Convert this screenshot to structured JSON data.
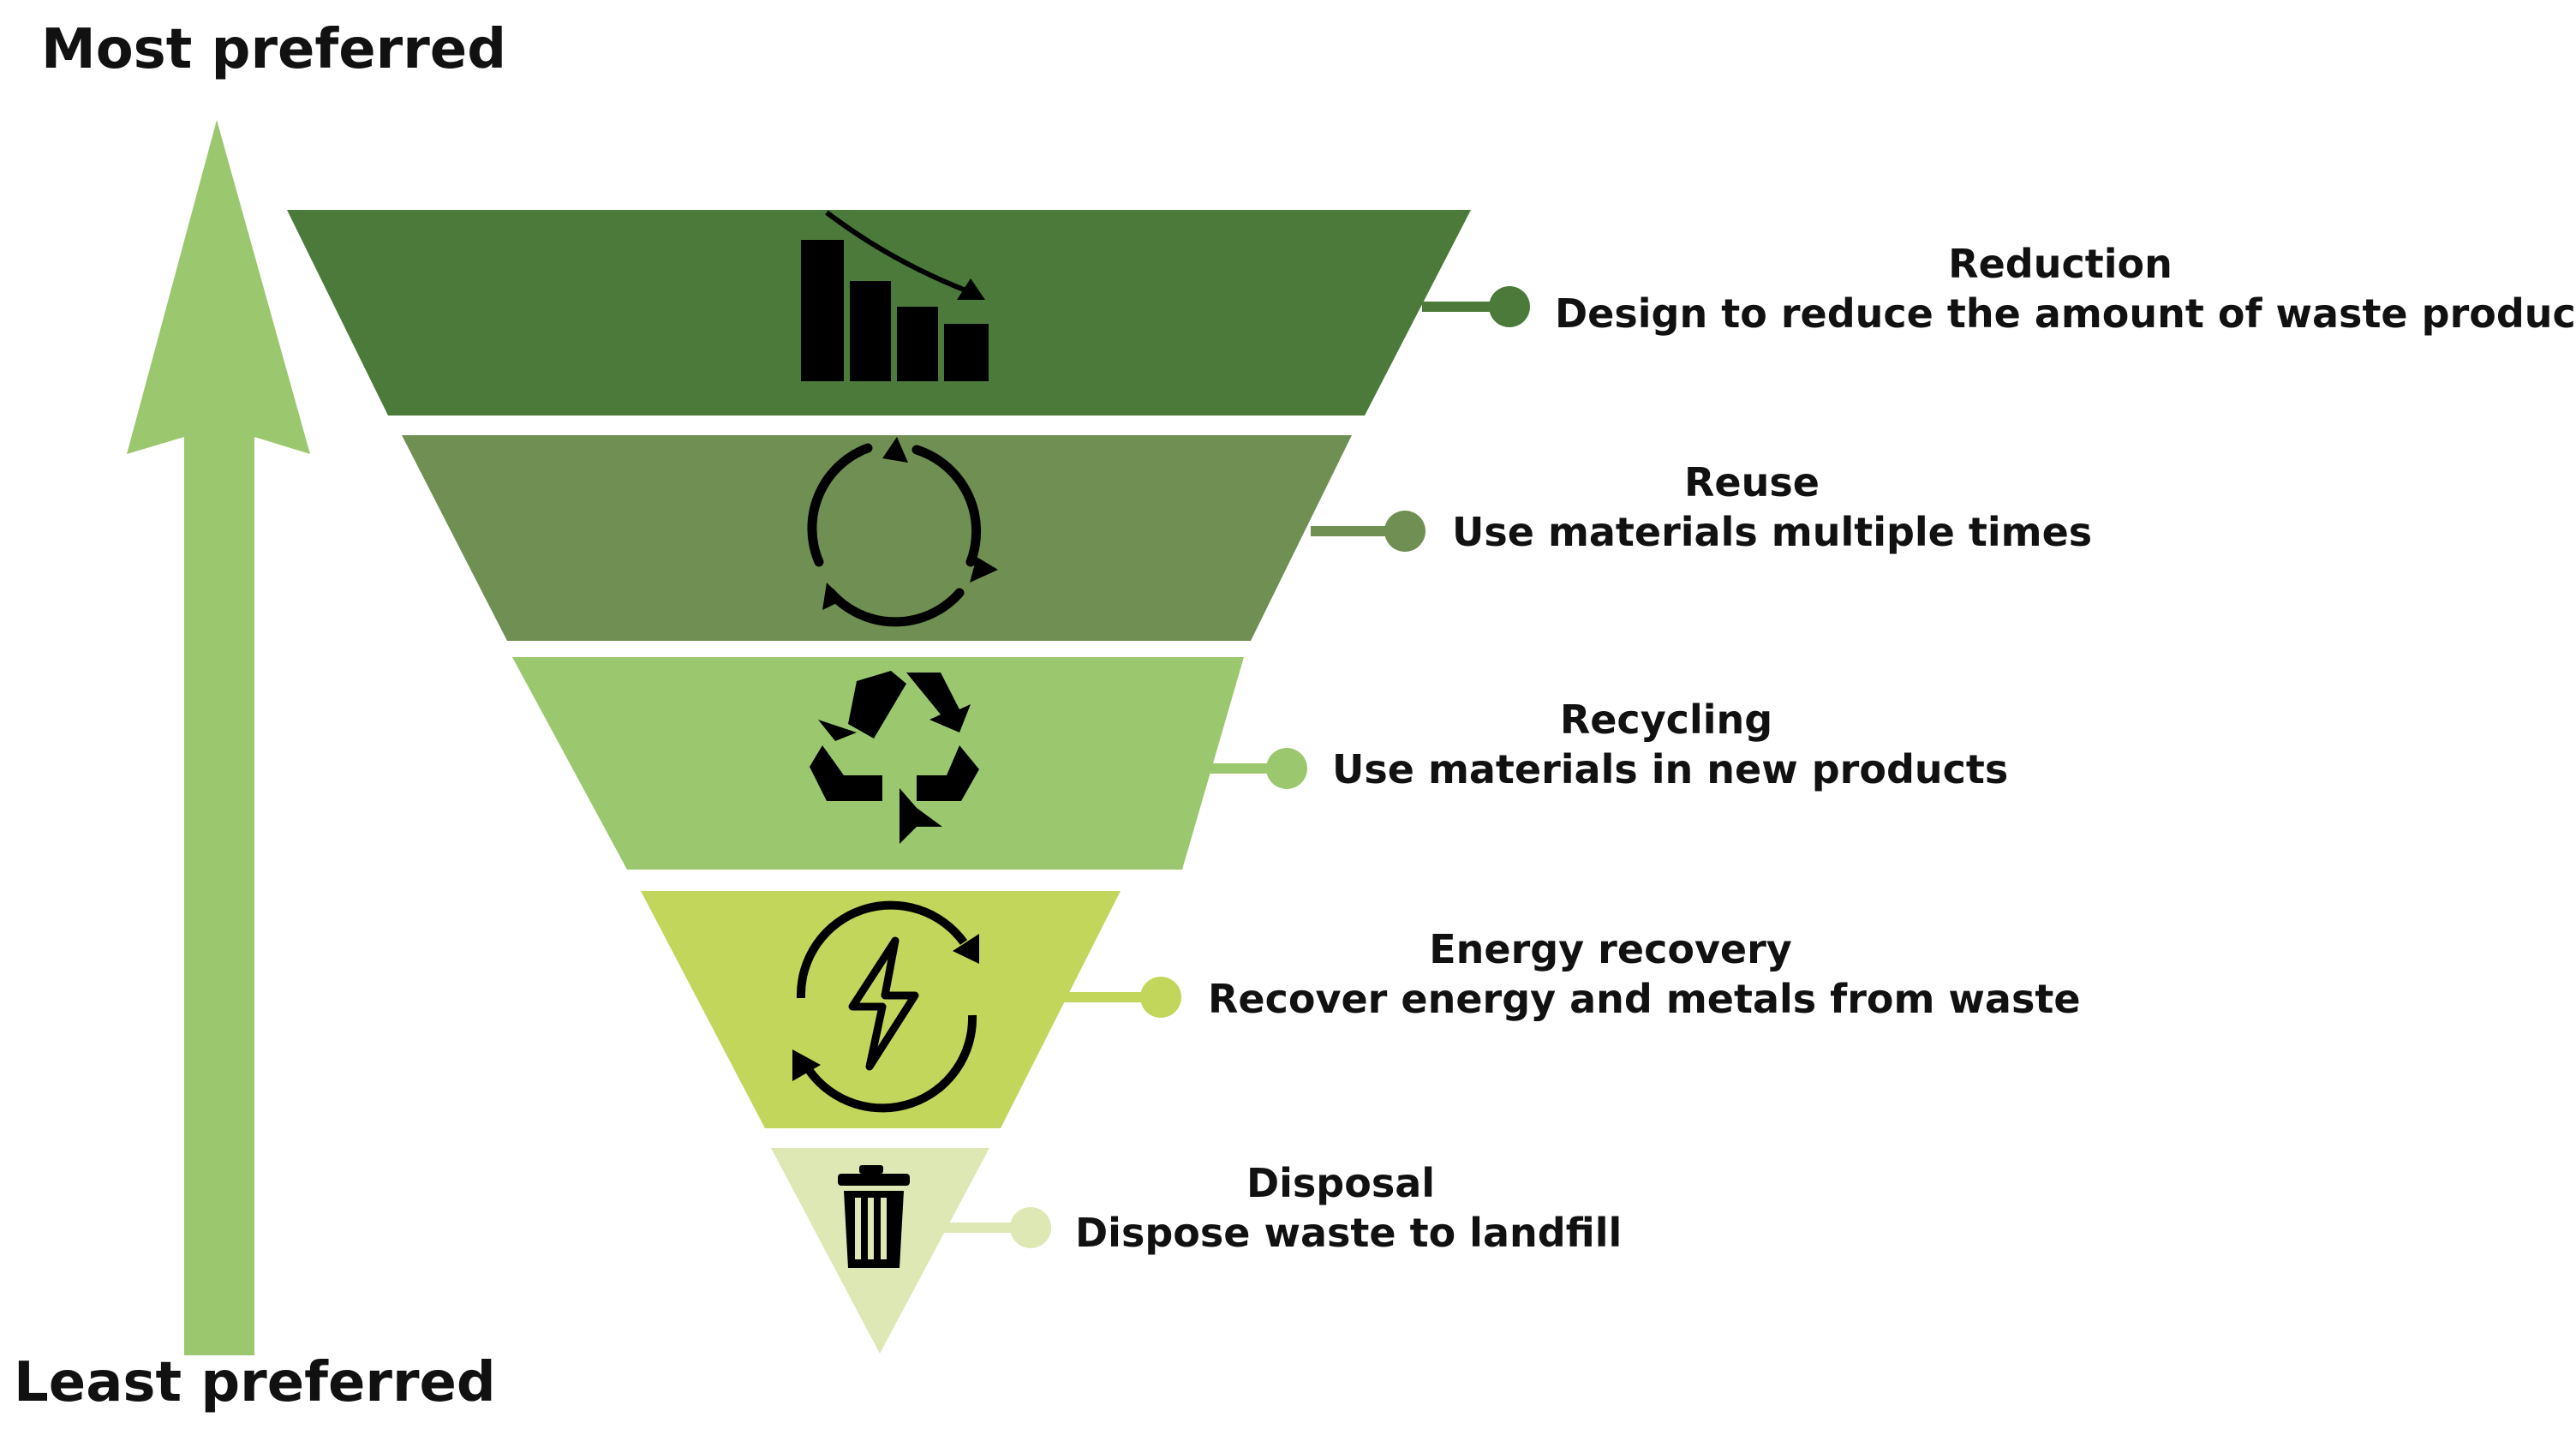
{
  "axis": {
    "top_label": "Most preferred",
    "bottom_label": "Least preferred",
    "arrow_color": "#9bc86e"
  },
  "levels": [
    {
      "title": "Reduction",
      "description": "Design to reduce the amount of waste produced",
      "color": "#4b7a3a",
      "icon": "declining-bar-chart-icon"
    },
    {
      "title": "Reuse",
      "description": "Use materials multiple times",
      "color": "#708f52",
      "icon": "circular-arrows-icon"
    },
    {
      "title": "Recycling",
      "description": "Use materials in new products",
      "color": "#9bc86e",
      "icon": "recycle-icon"
    },
    {
      "title": "Energy recovery",
      "description": "Recover energy and metals from waste",
      "color": "#c2d65c",
      "icon": "energy-lightning-cycle-icon"
    },
    {
      "title": "Disposal",
      "description": "Dispose waste to landfill",
      "color": "#dde8b4",
      "icon": "trash-bin-icon"
    }
  ]
}
